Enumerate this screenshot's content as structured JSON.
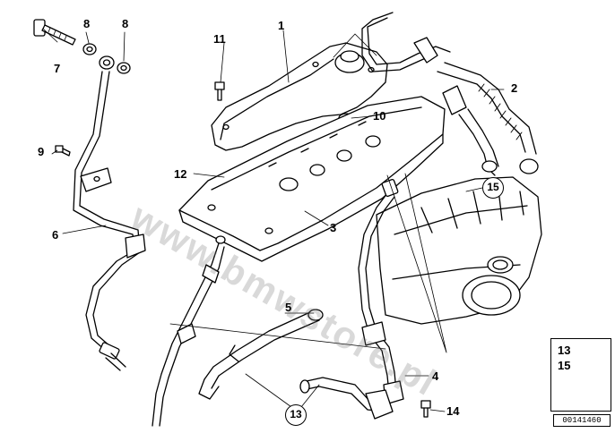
{
  "diagram": {
    "callouts": [
      {
        "id": "callout-1",
        "text": "1"
      },
      {
        "id": "callout-2",
        "text": "2"
      },
      {
        "id": "callout-3",
        "text": "3"
      },
      {
        "id": "callout-4",
        "text": "4"
      },
      {
        "id": "callout-5",
        "text": "5"
      },
      {
        "id": "callout-6",
        "text": "6"
      },
      {
        "id": "callout-7",
        "text": "7"
      },
      {
        "id": "callout-8a",
        "text": "8"
      },
      {
        "id": "callout-8b",
        "text": "8"
      },
      {
        "id": "callout-9",
        "text": "9"
      },
      {
        "id": "callout-10",
        "text": "10"
      },
      {
        "id": "callout-11",
        "text": "11"
      },
      {
        "id": "callout-12",
        "text": "12"
      },
      {
        "id": "callout-14",
        "text": "14"
      }
    ],
    "circled_callouts": [
      {
        "id": "circle-15",
        "text": "15"
      },
      {
        "id": "circle-13",
        "text": "13"
      }
    ],
    "legend": {
      "item_a": "13",
      "item_b": "15"
    },
    "diagram_id": "00141460",
    "watermark": "www.bmwstore.pl"
  }
}
